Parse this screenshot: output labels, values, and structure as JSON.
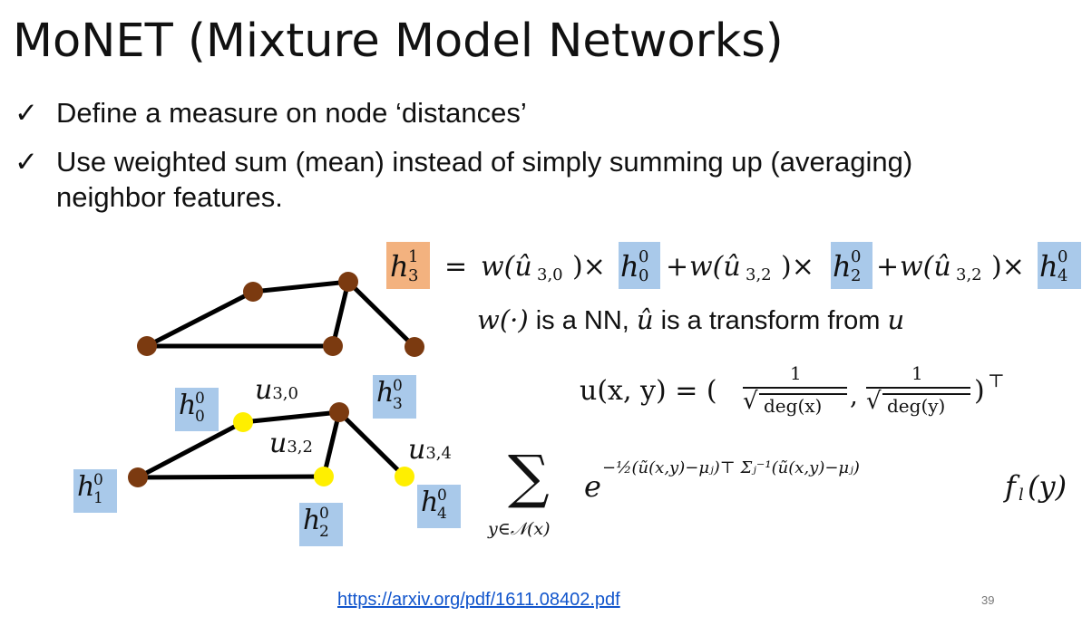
{
  "title": "MoNET (Mixture Model Networks)",
  "bullets": [
    {
      "check": "✓",
      "text": "Define a measure on node ‘distances’"
    },
    {
      "check": "✓",
      "text": "Use weighted sum (mean) instead of simply summing up (averaging)"
    },
    {
      "text": "neighbor features."
    }
  ],
  "equation1": {
    "lhs": "h",
    "lhs_sup": "1",
    "lhs_sub": "3",
    "eq": "=",
    "w_term": "w(û",
    "sub30": "3,0",
    "sub32": "3,2",
    "close": ")×",
    "plus": "+",
    "h": "h",
    "h_sup": "0",
    "h0_sub": "0",
    "h2_sub": "2",
    "h4_sub": "4"
  },
  "note": {
    "w": "w(·)",
    "is_nn": " is a NN, ",
    "uhat": "û",
    "transform": " is a transform from ",
    "u": "u"
  },
  "u_def": {
    "lhs": "u(x, y) = (",
    "one": "1",
    "deg_x": "deg(x)",
    "deg_y": "deg(y)",
    "close": ")",
    "transpose": "⊤"
  },
  "sum": {
    "symbol": "∑",
    "under": "y∈𝒩(x)",
    "e": "e",
    "exponent": "−½(ũ(x,y)−μⱼ)⊤ Σⱼ⁻¹(ũ(x,y)−μⱼ)",
    "f": "f",
    "f_sub": "l",
    "f_arg": "(y)"
  },
  "graph_labels": {
    "h": "h",
    "sup": "0",
    "h0_sub": "0",
    "h1_sub": "1",
    "h2_sub": "2",
    "h3_sub": "3",
    "h4_sub": "4",
    "u": "u",
    "u30": "3,0",
    "u32": "3,2",
    "u34": "3,4"
  },
  "colors": {
    "node_brown": "#7b3a10",
    "node_yellow": "#ffef00",
    "highlight_blue": "#a9c9ea",
    "highlight_orange": "#f3b27f",
    "link": "#1155cc"
  },
  "link": "https://arxiv.org/pdf/1611.08402.pdf",
  "page_number": "39"
}
